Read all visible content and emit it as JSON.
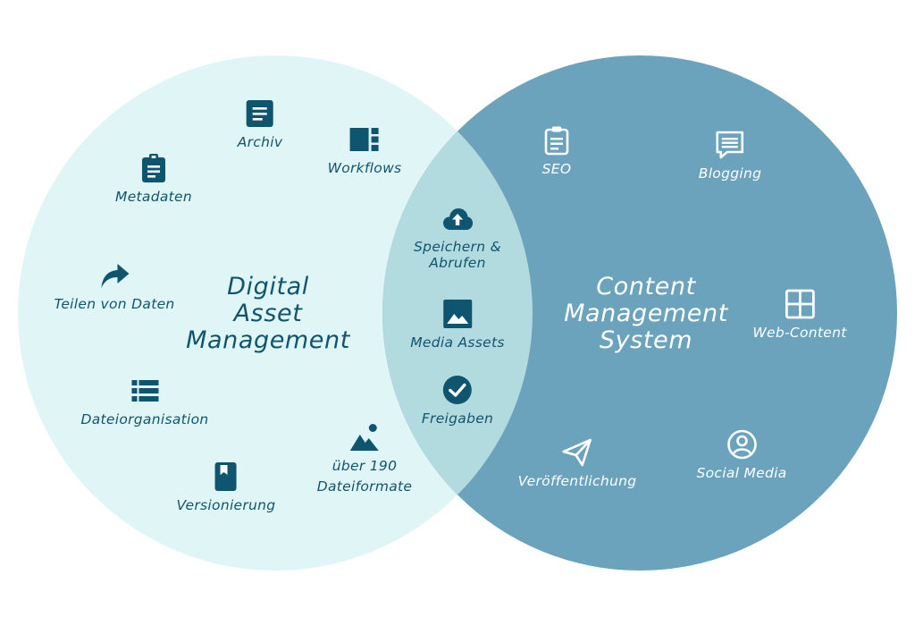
{
  "colors": {
    "left_circle": "#e0f5f5",
    "right_circle": "#6aa3bb",
    "overlap": "#b1dbdf",
    "dark_text": "#10556f",
    "light_text": "#ffffff"
  },
  "left_title": [
    "Digital",
    "Asset",
    "Management"
  ],
  "right_title": [
    "Content",
    "Management",
    "System"
  ],
  "left_items": [
    {
      "id": "archiv",
      "icon": "document-icon",
      "label": [
        "Archiv"
      ]
    },
    {
      "id": "workflows",
      "icon": "workflow-icon",
      "label": [
        "Workflows"
      ]
    },
    {
      "id": "metadaten",
      "icon": "clipboard-icon",
      "label": [
        "Metadaten"
      ]
    },
    {
      "id": "teilen",
      "icon": "share-arrow-icon",
      "label": [
        "Teilen von Daten"
      ]
    },
    {
      "id": "dateiorganisation",
      "icon": "list-icon",
      "label": [
        "Dateiorganisation"
      ]
    },
    {
      "id": "dateiformate",
      "icon": "landscape-icon",
      "label": [
        "über 190",
        "Dateiformate"
      ]
    },
    {
      "id": "versionierung",
      "icon": "bookmark-icon",
      "label": [
        "Versionierung"
      ]
    }
  ],
  "overlap_items": [
    {
      "id": "speichern",
      "icon": "cloud-upload-icon",
      "label": [
        "Speichern &",
        "Abrufen"
      ]
    },
    {
      "id": "media",
      "icon": "image-icon",
      "label": [
        "Media Assets"
      ]
    },
    {
      "id": "freigaben",
      "icon": "check-circle-icon",
      "label": [
        "Freigaben"
      ]
    }
  ],
  "right_items": [
    {
      "id": "seo",
      "icon": "clipboard-icon",
      "label": [
        "SEO"
      ]
    },
    {
      "id": "blogging",
      "icon": "chat-icon",
      "label": [
        "Blogging"
      ]
    },
    {
      "id": "webcontent",
      "icon": "grid-icon",
      "label": [
        "Web-Content"
      ]
    },
    {
      "id": "veroeffentlichung",
      "icon": "paper-plane-icon",
      "label": [
        "Veröffentlichung"
      ]
    },
    {
      "id": "social",
      "icon": "user-circle-icon",
      "label": [
        "Social Media"
      ]
    }
  ]
}
